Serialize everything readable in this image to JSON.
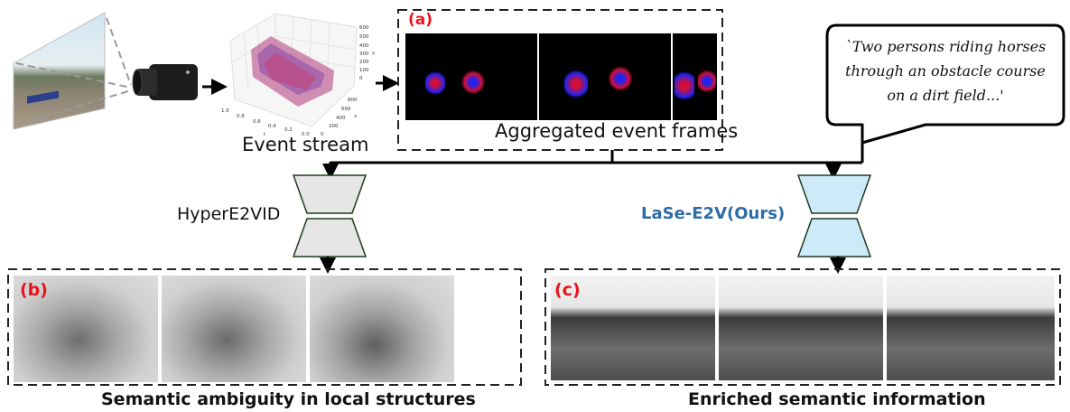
{
  "figure": {
    "input": {
      "scene_image": "horse-jumping-scene",
      "camera": "event-camera"
    },
    "event_stream": {
      "caption": "Event stream",
      "plot": {
        "type": "scatter3d",
        "axes": {
          "t": {
            "label": "t",
            "ticks": [
              "1.0",
              "0.8",
              "0.6",
              "0.4",
              "0.2",
              "0.0"
            ]
          },
          "x": {
            "label": "x",
            "ticks": [
              "0",
              "200",
              "400",
              "600",
              "800"
            ]
          },
          "y": {
            "label": "y",
            "ticks": [
              "0",
              "100",
              "200",
              "300",
              "400",
              "500",
              "600"
            ]
          }
        },
        "colors": {
          "positive": "#e0203a",
          "negative": "#3a3ae0"
        }
      }
    },
    "panel_a": {
      "label": "(a)",
      "caption": "Aggregated event frames",
      "frames": 3
    },
    "text_prompt": {
      "lines": [
        "`Two persons riding horses",
        "through an obstacle course",
        "on a dirt field...'"
      ]
    },
    "models": {
      "baseline": {
        "label": "HyperE2VID",
        "color": "#111111",
        "fill": "#e6e6e6",
        "stroke": "#1f3a1f"
      },
      "ours": {
        "label": "LaSe-E2V(Ours)",
        "color": "#2e6ca6",
        "fill": "#cdeaf8",
        "stroke": "#1f3a1f"
      }
    },
    "panel_b": {
      "label": "(b)",
      "caption": "Semantic ambiguity in local structures",
      "frames": 3
    },
    "panel_c": {
      "label": "(c)",
      "caption": "Enriched semantic information",
      "frames": 3
    },
    "colors": {
      "label_red": "#e8141b",
      "ours_blue": "#2e6ca6",
      "line": "#000000"
    }
  }
}
